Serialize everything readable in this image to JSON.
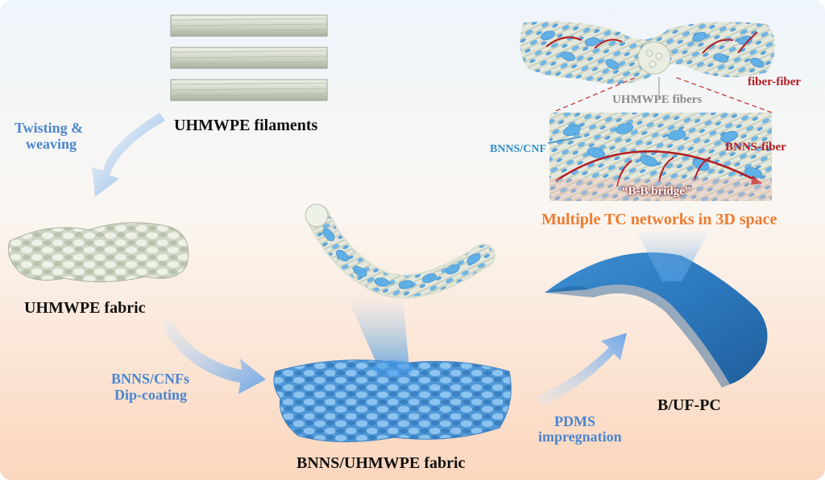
{
  "labels": {
    "filaments": "UHMWPE filaments",
    "twisting": "Twisting &",
    "weaving": "weaving",
    "fabric": "UHMWPE fabric",
    "dip_line1": "BNNS/CNFs",
    "dip_line2": "Dip-coating",
    "bnns_fabric": "BNNS/UHMWPE fabric",
    "pdms_line1": "PDMS",
    "pdms_line2": "impregnation",
    "composite": "B/UF-PC",
    "networks": "Multiple TC networks in 3D space",
    "fiber_fiber": "fiber-fiber",
    "uhmwpe_fibers": "UHMWPE fibers",
    "bnns_cnf": "BNNS/CNF",
    "bnns_fiber": "BNNS-fiber",
    "bridge": "“B-B bridge”"
  },
  "colors": {
    "label_dark": "#111111",
    "label_blue": "#4a86cf",
    "label_red": "#b51c22",
    "label_orange": "#ee7b2f",
    "arrow_blue": "#6aa4e6",
    "bnns_coating": "#5aa9e0",
    "composite_sheet": "#2f7fc4",
    "fiber": "#dde3d6",
    "background_top": "#eaf3fb",
    "background_bottom": "#fbd9c2"
  }
}
